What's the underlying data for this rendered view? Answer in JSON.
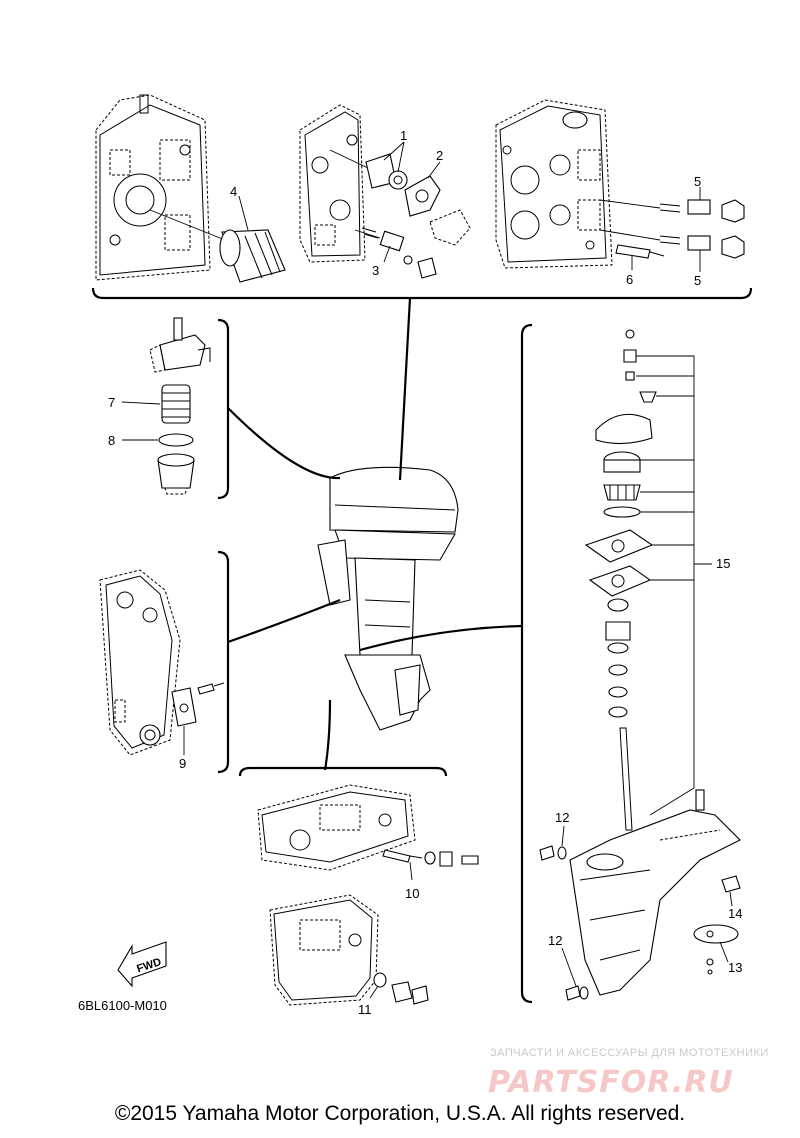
{
  "callouts": {
    "c1": "1",
    "c2": "2",
    "c3": "3",
    "c4": "4",
    "c5a": "5",
    "c5b": "5",
    "c6": "6",
    "c7": "7",
    "c8": "8",
    "c9": "9",
    "c10": "10",
    "c11": "11",
    "c12a": "12",
    "c12b": "12",
    "c13": "13",
    "c14": "14",
    "c15": "15"
  },
  "fwd_label": "FWD",
  "diagram_code": "6BL6100-M010",
  "watermark": {
    "top": "ЗАПЧАСТИ И АКСЕССУАРЫ ДЛЯ МОТОТЕХНИКИ",
    "brand": "PARTSFOR.RU"
  },
  "copyright": "©2015 Yamaha Motor Corporation, U.S.A. All rights reserved."
}
